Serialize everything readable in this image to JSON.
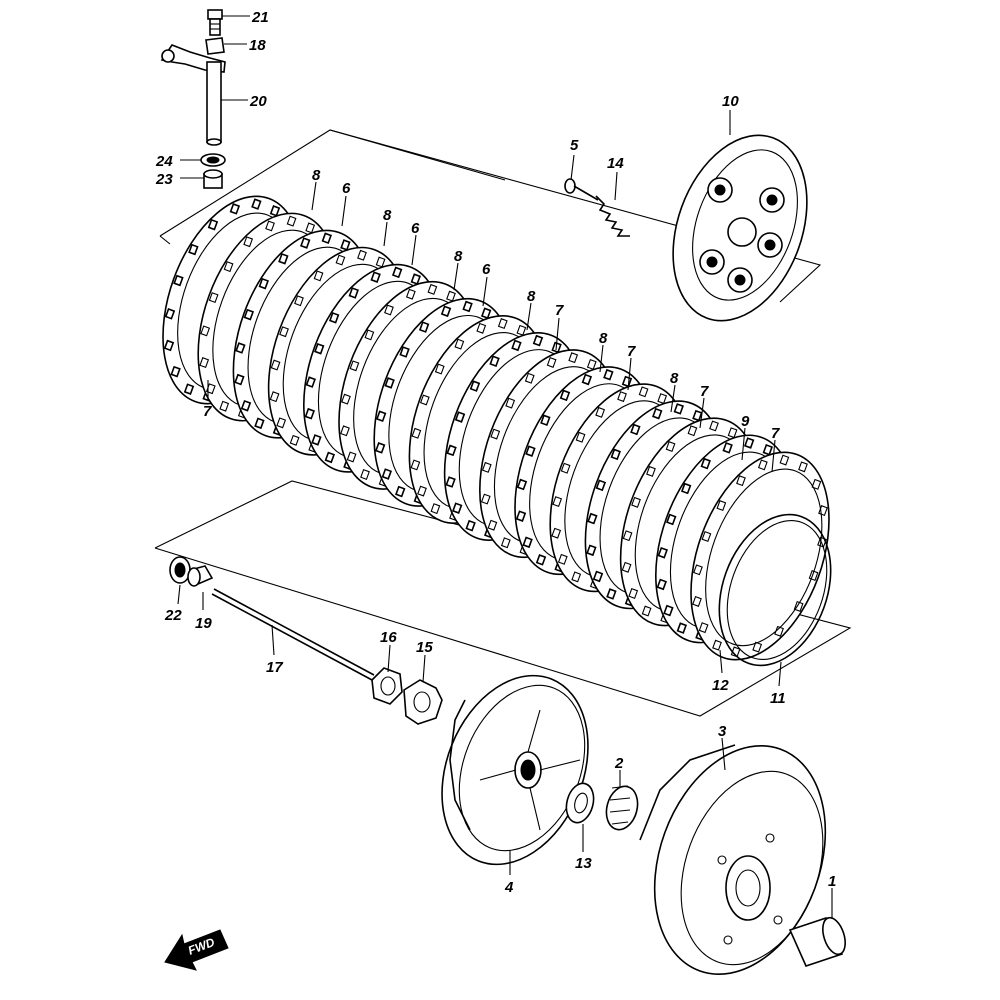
{
  "diagram": {
    "callouts": [
      {
        "id": "c21",
        "text": "21"
      },
      {
        "id": "c18",
        "text": "18"
      },
      {
        "id": "c20",
        "text": "20"
      },
      {
        "id": "c24",
        "text": "24"
      },
      {
        "id": "c23",
        "text": "23"
      },
      {
        "id": "c10",
        "text": "10"
      },
      {
        "id": "c5",
        "text": "5"
      },
      {
        "id": "c14",
        "text": "14"
      },
      {
        "id": "c8a",
        "text": "8"
      },
      {
        "id": "c6a",
        "text": "6"
      },
      {
        "id": "c8b",
        "text": "8"
      },
      {
        "id": "c6b",
        "text": "6"
      },
      {
        "id": "c8c",
        "text": "8"
      },
      {
        "id": "c6c",
        "text": "6"
      },
      {
        "id": "c8d",
        "text": "8"
      },
      {
        "id": "c7a",
        "text": "7"
      },
      {
        "id": "c8e",
        "text": "8"
      },
      {
        "id": "c7b",
        "text": "7"
      },
      {
        "id": "c8f",
        "text": "8"
      },
      {
        "id": "c7c",
        "text": "7"
      },
      {
        "id": "c9",
        "text": "9"
      },
      {
        "id": "c7d",
        "text": "7"
      },
      {
        "id": "c7e",
        "text": "7"
      },
      {
        "id": "c22",
        "text": "22"
      },
      {
        "id": "c19",
        "text": "19"
      },
      {
        "id": "c17",
        "text": "17"
      },
      {
        "id": "c16",
        "text": "16"
      },
      {
        "id": "c15",
        "text": "15"
      },
      {
        "id": "c12",
        "text": "12"
      },
      {
        "id": "c11",
        "text": "11"
      },
      {
        "id": "c3",
        "text": "3"
      },
      {
        "id": "c2",
        "text": "2"
      },
      {
        "id": "c13",
        "text": "13"
      },
      {
        "id": "c4",
        "text": "4"
      },
      {
        "id": "c1",
        "text": "1"
      }
    ],
    "fwd_label": "FWD"
  }
}
